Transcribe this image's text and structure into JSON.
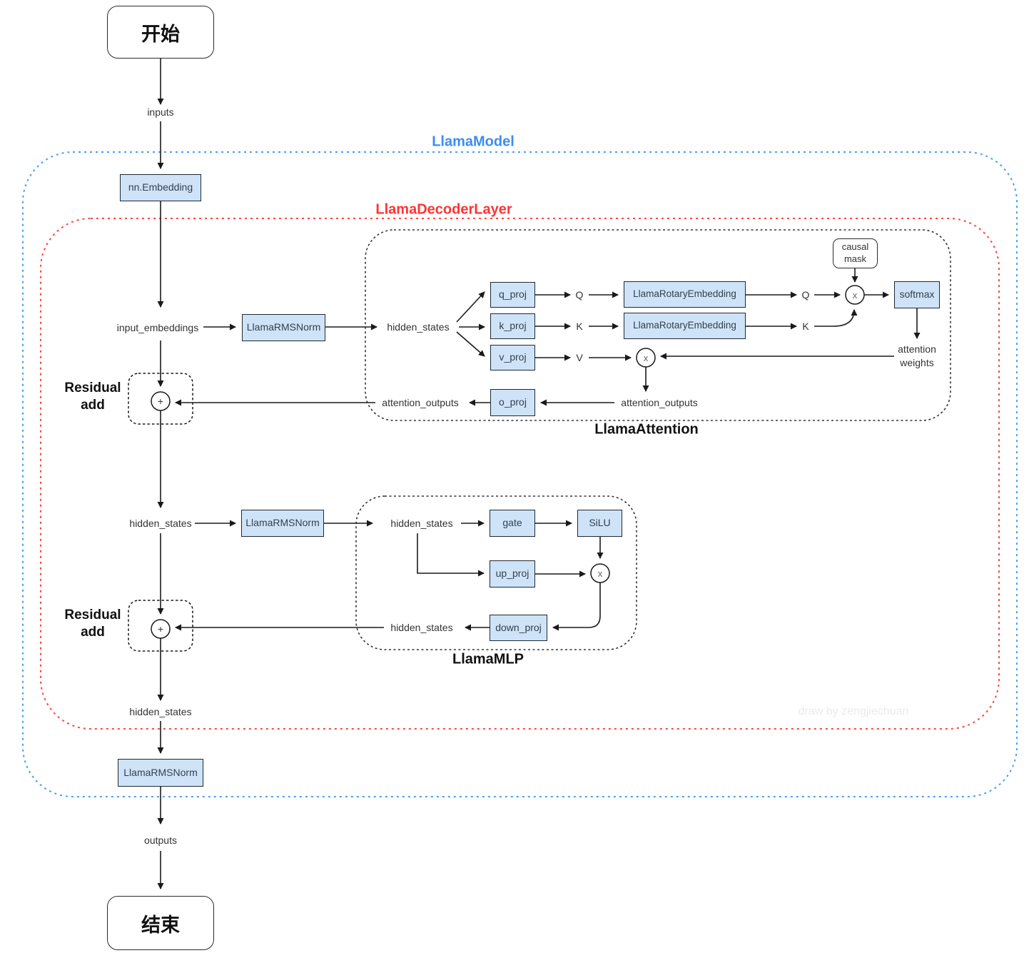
{
  "colors": {
    "node_fill": "#cfe3f8",
    "node_border": "#1f2933",
    "container_blue": "#4d9fee",
    "container_red": "#ff4545",
    "container_black": "#333333",
    "label_blue": "#3b8df0",
    "label_red": "#ff3333",
    "line": "#1a1a1a",
    "watermark": "#ebebeb"
  },
  "containers": {
    "llama_model": "LlamaModel",
    "llama_decoder_layer": "LlamaDecoderLayer",
    "llama_attention": "LlamaAttention",
    "llama_mlp": "LlamaMLP"
  },
  "terminals": {
    "start": "开始",
    "end": "结束"
  },
  "nodes": {
    "nn_embedding": "nn.Embedding",
    "rmsnorm_pre_attention": "LlamaRMSNorm",
    "q_proj": "q_proj",
    "k_proj": "k_proj",
    "v_proj": "v_proj",
    "rotary_q": "LlamaRotaryEmbedding",
    "rotary_k": "LlamaRotaryEmbedding",
    "causal_mask": "causal mask",
    "softmax": "softmax",
    "o_proj": "o_proj",
    "rmsnorm_pre_mlp": "LlamaRMSNorm",
    "gate": "gate",
    "silu": "SiLU",
    "up_proj": "up_proj",
    "down_proj": "down_proj",
    "rmsnorm_final": "LlamaRMSNorm"
  },
  "labels": {
    "inputs": "inputs",
    "input_embeddings": "input_embeddings",
    "hidden_states_attention_input": "hidden_states",
    "q": "Q",
    "k": "K",
    "v": "V",
    "q_rotated": "Q",
    "k_rotated": "K",
    "attention_weights": "attention weights",
    "attention_outputs_inner": "attention_outputs",
    "attention_outputs_outer": "attention_outputs",
    "residual_add_1": "Residual add",
    "residual_add_2": "Residual add",
    "hidden_states_post_attention": "hidden_states",
    "hidden_states_mlp_input": "hidden_states",
    "hidden_states_mlp_output": "hidden_states",
    "hidden_states_decoder_output": "hidden_states",
    "outputs": "outputs",
    "multiply_operator": "x",
    "add_operator": "+",
    "watermark": "draw by zengjiechuan"
  }
}
